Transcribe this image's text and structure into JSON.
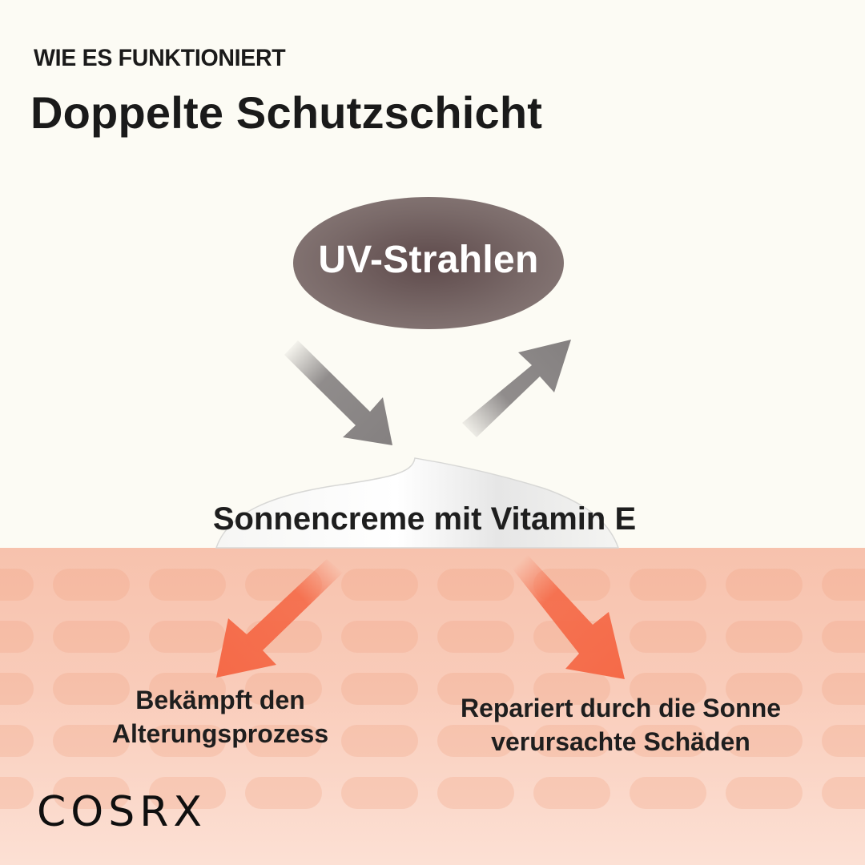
{
  "header": {
    "eyebrow": "WIE ES FUNKTIONIERT",
    "title": "Doppelte Schutzschicht"
  },
  "diagram": {
    "source": {
      "label": "UV-Strahlen",
      "icon": "uv-rays-oval"
    },
    "incoming_arrow": {
      "icon": "arrow-down-right-icon",
      "color": "#848080"
    },
    "reflected_arrow": {
      "icon": "arrow-up-right-icon",
      "color": "#848080"
    },
    "barrier": {
      "label": "Sonnencreme mit Vitamin E",
      "icon": "cream-swirl"
    },
    "effects": [
      {
        "label_line1": "Bekämpft den",
        "label_line2": "Alterungsprozess",
        "icon": "arrow-down-left-icon"
      },
      {
        "label_line1": "Repariert durch die Sonne",
        "label_line2": "verursachte Schäden",
        "icon": "arrow-down-right-icon"
      }
    ],
    "effect_arrow_color": "#f56a48"
  },
  "brand": {
    "logo": "COSRX"
  },
  "colors": {
    "background": "#fcfbf4",
    "skin": "#f8c6b2",
    "oval": "#6e5d5d",
    "text": "#1a1a1a"
  }
}
